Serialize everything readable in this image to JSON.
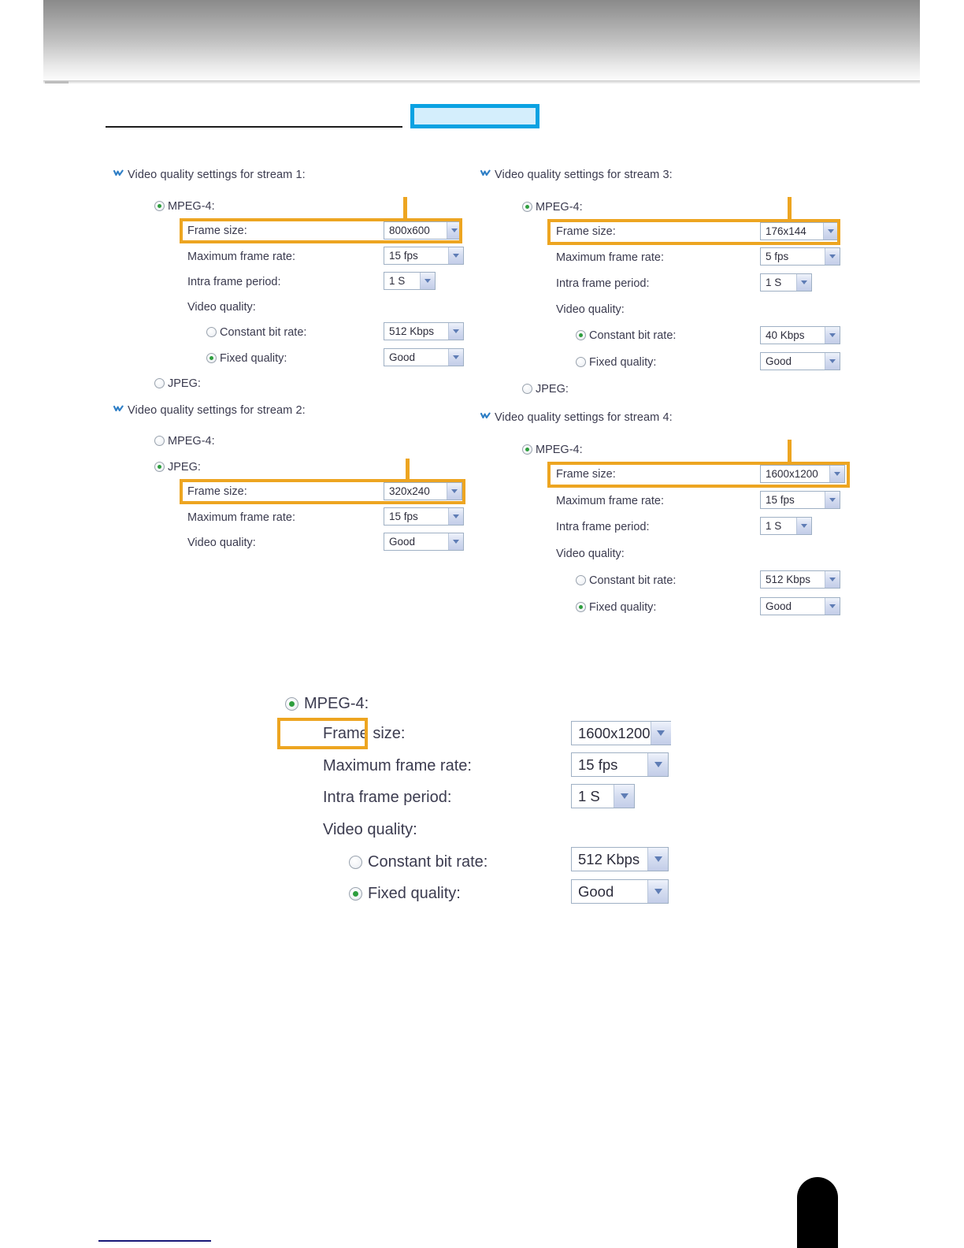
{
  "page": {
    "title_highlight_color": "#0aa2e2",
    "annotation_color": "#eda521",
    "radio_on_color": "#2e9e3e"
  },
  "header": {
    "band_name": "gradient-header-band"
  },
  "labels": {
    "frame_size": "Frame size:",
    "maximum_frame_rate": "Maximum frame rate:",
    "intra_frame_period": "Intra frame period:",
    "video_quality": "Video quality:",
    "constant_bit_rate": "Constant bit rate:",
    "fixed_quality": "Fixed quality:",
    "mpeg4": "MPEG-4:",
    "jpeg": "JPEG:"
  },
  "streams": [
    {
      "heading": "Video quality settings for stream 1:",
      "mpeg4_selected": true,
      "jpeg_selected": false,
      "frame_size": "800x600",
      "maximum_frame_rate": "15 fps",
      "intra_frame_period": "1 S",
      "constant_bit_rate": "512 Kbps",
      "constant_bit_rate_selected": false,
      "fixed_quality": "Good",
      "fixed_quality_selected": true
    },
    {
      "heading": "Video quality settings for stream 2:",
      "mpeg4_selected": false,
      "jpeg_selected": true,
      "frame_size": "320x240",
      "maximum_frame_rate": "15 fps",
      "video_quality_value": "Good"
    },
    {
      "heading": "Video quality settings for stream 3:",
      "mpeg4_selected": true,
      "jpeg_selected": false,
      "frame_size": "176x144",
      "maximum_frame_rate": "5 fps",
      "intra_frame_period": "1 S",
      "constant_bit_rate": "40 Kbps",
      "constant_bit_rate_selected": true,
      "fixed_quality": "Good",
      "fixed_quality_selected": false
    },
    {
      "heading": "Video quality settings for stream 4:",
      "mpeg4_selected": true,
      "jpeg_selected": false,
      "frame_size": "1600x1200",
      "maximum_frame_rate": "15 fps",
      "intra_frame_period": "1 S",
      "constant_bit_rate": "512 Kbps",
      "constant_bit_rate_selected": false,
      "fixed_quality": "Good",
      "fixed_quality_selected": true
    }
  ],
  "detail_panel": {
    "mpeg4": "MPEG-4:",
    "frame_size_label": "Frame size:",
    "frame_size_value": "1600x1200",
    "maximum_frame_rate_label": "Maximum frame rate:",
    "maximum_frame_rate_value": "15 fps",
    "intra_frame_period_label": "Intra frame period:",
    "intra_frame_period_value": "1 S",
    "video_quality_label": "Video quality:",
    "constant_bit_rate_label": "Constant bit rate:",
    "constant_bit_rate_value": "512 Kbps",
    "constant_bit_rate_selected": false,
    "fixed_quality_label": "Fixed quality:",
    "fixed_quality_value": "Good",
    "fixed_quality_selected": true
  }
}
